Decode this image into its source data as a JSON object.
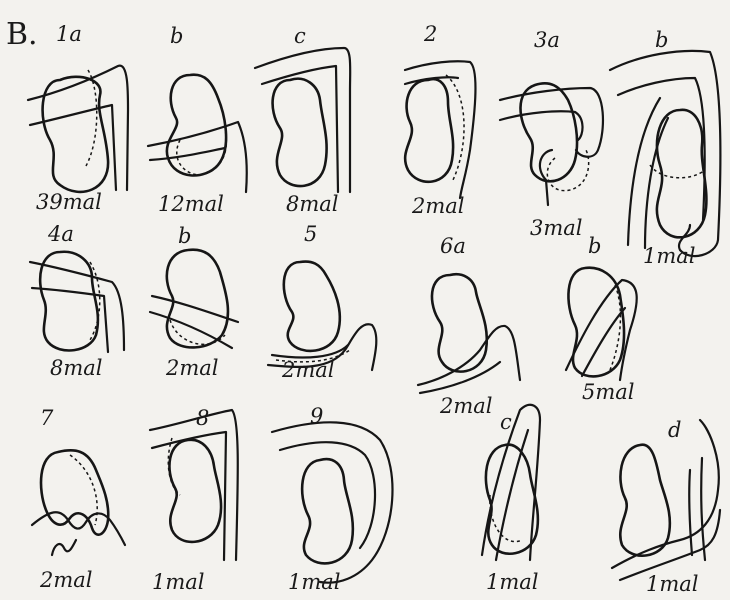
{
  "title": "B.",
  "figures": [
    {
      "tag": "1a",
      "count": "39mal"
    },
    {
      "tag": "b",
      "count": "12mal"
    },
    {
      "tag": "c",
      "count": "8mal"
    },
    {
      "tag": "2",
      "count": "2mal"
    },
    {
      "tag": "3a",
      "count": "3mal"
    },
    {
      "tag": "b",
      "count": "1mal"
    },
    {
      "tag": "4a",
      "count": "8mal"
    },
    {
      "tag": "b",
      "count": "2mal"
    },
    {
      "tag": "5",
      "count": "2mal"
    },
    {
      "tag": "6a",
      "count": "2mal"
    },
    {
      "tag": "b",
      "count": "5mal"
    },
    {
      "tag": "7",
      "count": "2mal"
    },
    {
      "tag": "8",
      "count": "1mal"
    },
    {
      "tag": "9",
      "count": "1mal"
    },
    {
      "tag": "c",
      "count": "1mal"
    },
    {
      "tag": "d",
      "count": "1mal"
    }
  ]
}
